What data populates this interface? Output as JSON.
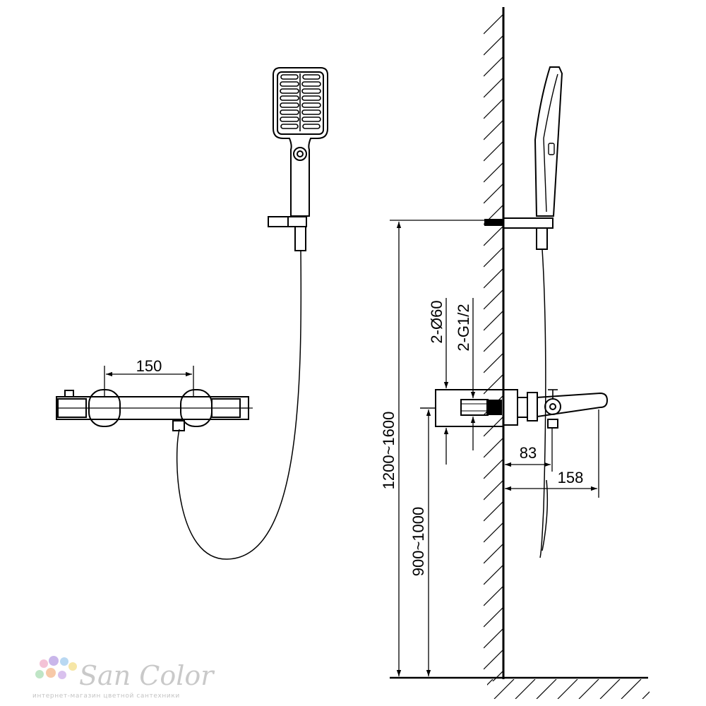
{
  "dimensions": {
    "bar_center_spacing": "150",
    "inlet_diameter": "2-Ø60",
    "inlet_thread": "2-G1/2",
    "holder_height": "1200~1600",
    "mixer_height": "900~1000",
    "projection_body": "83",
    "projection_total": "158"
  },
  "logo": {
    "brand": "San Color",
    "tagline": "интернет-магазин цветной сантехники",
    "dot_colors": [
      "#f4c2d6",
      "#c9b6ea",
      "#b9d8f2",
      "#f6e6a6",
      "#bfe5c6",
      "#f7c9a8",
      "#d9c1ee"
    ]
  }
}
